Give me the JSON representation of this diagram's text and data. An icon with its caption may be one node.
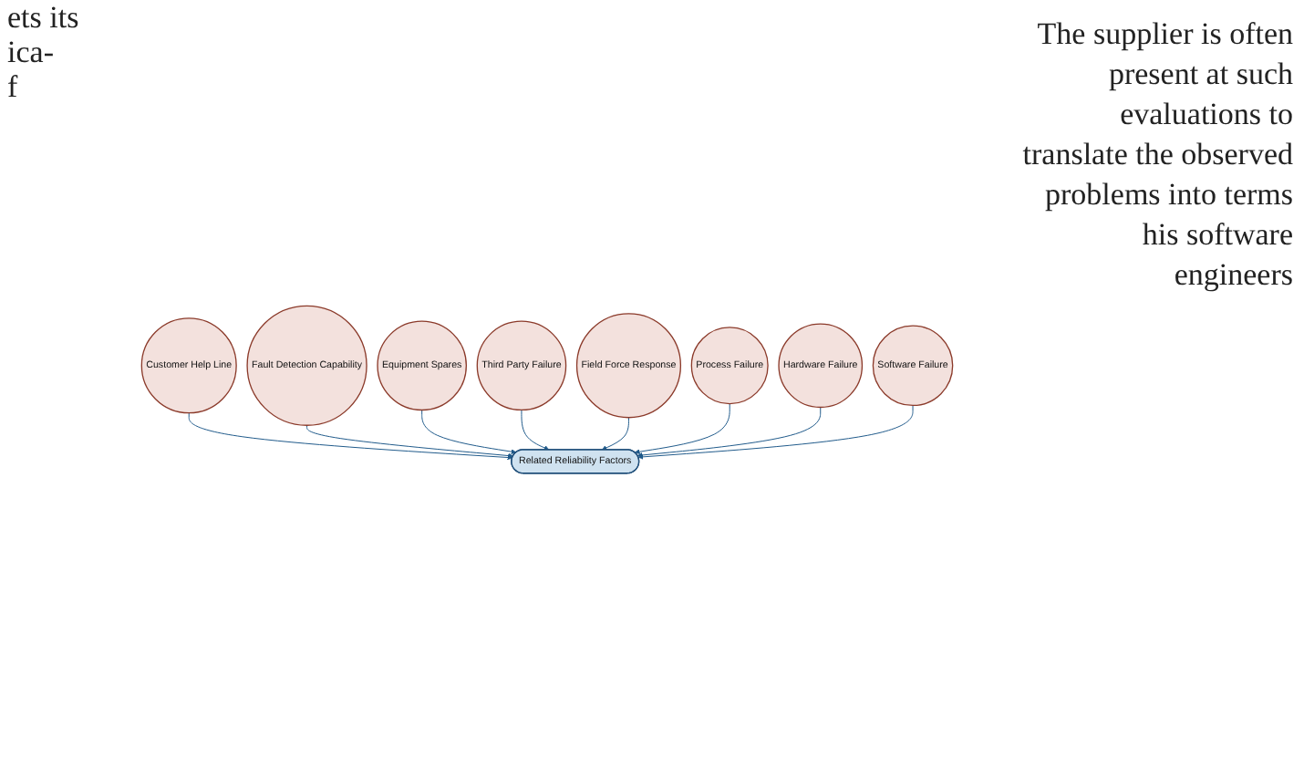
{
  "diagram": {
    "nodes": [
      {
        "text": [
          "Customer Help Line"
        ]
      },
      {
        "text": [
          "Fault Detection Capability"
        ]
      },
      {
        "text": [
          "Equipment Spares"
        ]
      },
      {
        "text": [
          "Third Party Failure"
        ]
      },
      {
        "text": [
          "Related Reliability Factors"
        ]
      },
      {
        "text": [
          "Field Force Response"
        ]
      },
      {
        "text": [
          "Process Failure"
        ]
      },
      {
        "text": [
          "Hardware Failure"
        ]
      },
      {
        "text": [
          "Software Failure"
        ]
      }
    ],
    "edges": [
      {
        "from": 0,
        "to": 4,
        "arrow": "to"
      },
      {
        "from": 1,
        "to": 4,
        "arrow": "to"
      },
      {
        "from": 2,
        "to": 4,
        "arrow": "to"
      },
      {
        "from": 3,
        "to": 4,
        "arrow": "to"
      },
      {
        "from": 5,
        "to": 4,
        "arrow": "to"
      },
      {
        "from": 6,
        "to": 4,
        "arrow": "to"
      },
      {
        "from": 7,
        "to": 4,
        "arrow": "to"
      },
      {
        "from": 8,
        "to": 4,
        "arrow": "to"
      }
    ],
    "labels": [
      "ets its",
      "ica-",
      "f",
      "The supplier is often present at such evaluations to translate the observed problems into terms his software engineers"
    ]
  }
}
